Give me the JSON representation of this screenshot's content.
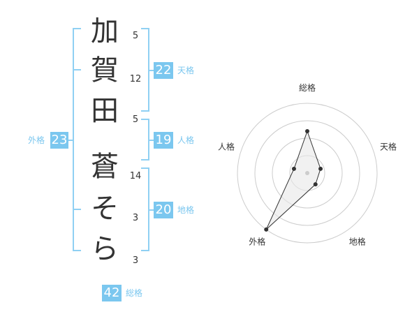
{
  "name_chars": [
    {
      "char": "加",
      "strokes": "5"
    },
    {
      "char": "賀",
      "strokes": "12"
    },
    {
      "char": "田",
      "strokes": "5"
    },
    {
      "char": "蒼",
      "strokes": "14"
    },
    {
      "char": "そ",
      "strokes": "3"
    },
    {
      "char": "ら",
      "strokes": "3"
    }
  ],
  "kaku": {
    "tenkaku": {
      "value": "22",
      "label": "天格"
    },
    "jinkaku": {
      "value": "19",
      "label": "人格"
    },
    "chikaku": {
      "value": "20",
      "label": "地格"
    },
    "gaikaku": {
      "value": "23",
      "label": "外格"
    },
    "soukaku": {
      "value": "42",
      "label": "総格"
    }
  },
  "chart_data": {
    "type": "radar",
    "axes": [
      "総格",
      "天格",
      "地格",
      "外格",
      "人格"
    ],
    "values": [
      3,
      1,
      1,
      5,
      1
    ],
    "max": 5,
    "rings": 4,
    "colors": {
      "line": "#333333",
      "fill": "#e8e8e8",
      "grid": "#cccccc",
      "accent": "#7bc7ef"
    }
  }
}
